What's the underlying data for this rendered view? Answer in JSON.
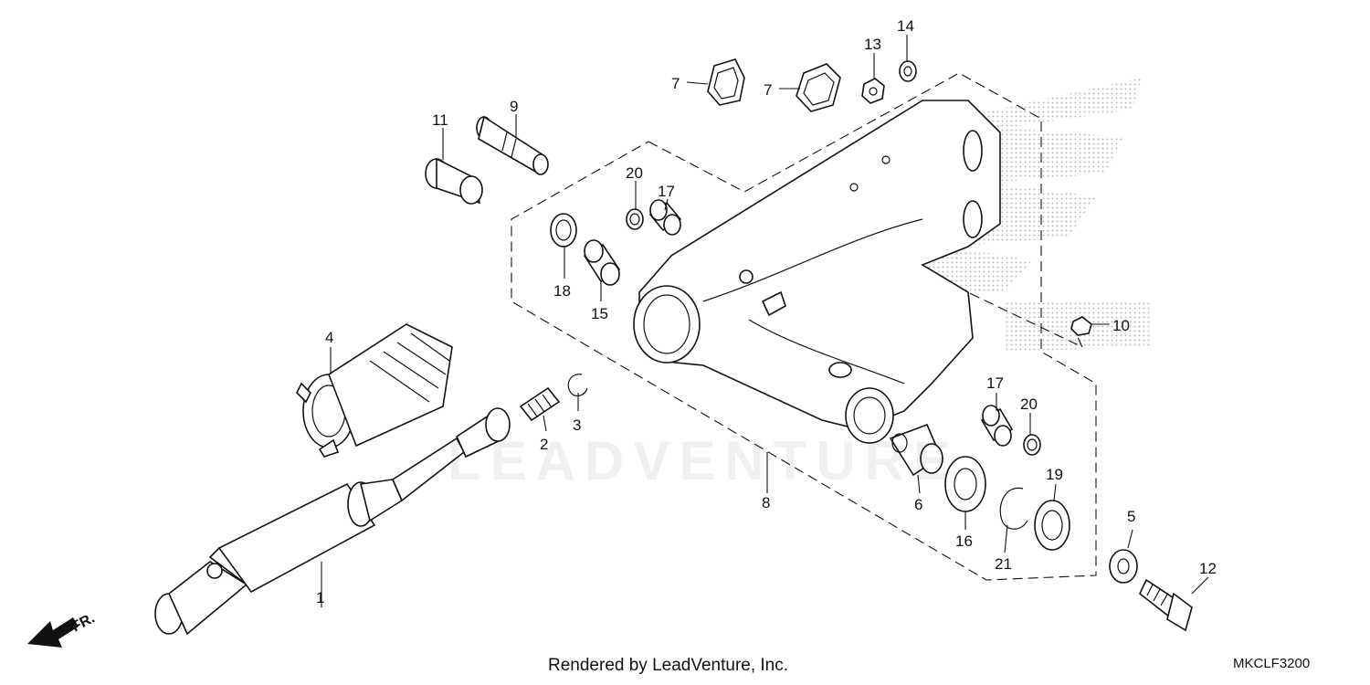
{
  "diagram": {
    "callouts": [
      {
        "id": "1",
        "label": "1"
      },
      {
        "id": "2",
        "label": "2"
      },
      {
        "id": "3",
        "label": "3"
      },
      {
        "id": "4",
        "label": "4"
      },
      {
        "id": "5",
        "label": "5"
      },
      {
        "id": "6",
        "label": "6"
      },
      {
        "id": "7a",
        "label": "7"
      },
      {
        "id": "7b",
        "label": "7"
      },
      {
        "id": "8",
        "label": "8"
      },
      {
        "id": "9",
        "label": "9"
      },
      {
        "id": "10",
        "label": "10"
      },
      {
        "id": "11",
        "label": "11"
      },
      {
        "id": "12",
        "label": "12"
      },
      {
        "id": "13",
        "label": "13"
      },
      {
        "id": "14",
        "label": "14"
      },
      {
        "id": "15",
        "label": "15"
      },
      {
        "id": "16",
        "label": "16"
      },
      {
        "id": "17a",
        "label": "17"
      },
      {
        "id": "17b",
        "label": "17"
      },
      {
        "id": "18",
        "label": "18"
      },
      {
        "id": "19",
        "label": "19"
      },
      {
        "id": "20a",
        "label": "20"
      },
      {
        "id": "20b",
        "label": "20"
      },
      {
        "id": "21",
        "label": "21"
      }
    ],
    "direction_label": "FR.",
    "watermark": "LEADVENTURE",
    "credit": "Rendered by LeadVenture, Inc.",
    "diagram_code": "MKCLF3200"
  }
}
